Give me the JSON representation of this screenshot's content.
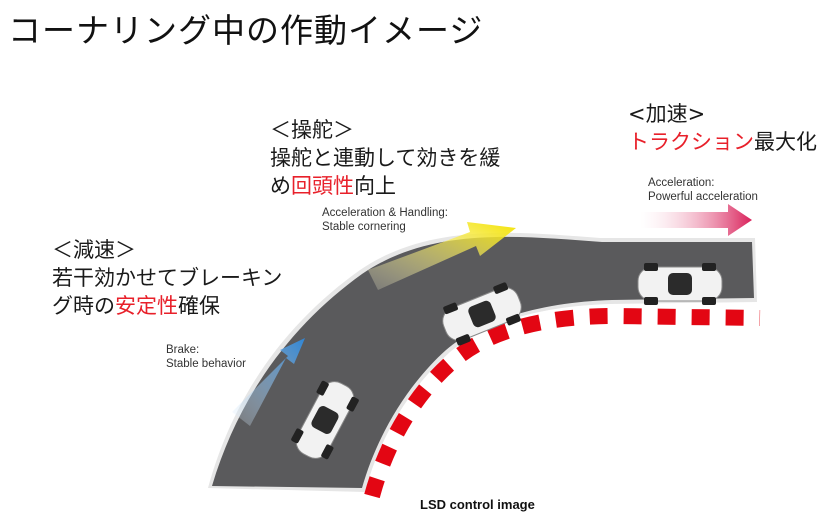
{
  "title": "コーナリング中の作動イメージ",
  "blocks": {
    "brake_jp": {
      "head": "＜減速＞",
      "line1": "若干効かせてブレーキン",
      "line2_a": "グ時の",
      "line2_red": "安定性",
      "line2_b": "確保"
    },
    "steer_jp": {
      "head": "＜操舵＞",
      "line1": "操舵と連動して効きを緩",
      "line2_a": "め",
      "line2_red": "回頭性",
      "line2_b": "向上"
    },
    "accel_jp": {
      "head": "<加速>",
      "line1_red": "トラクション",
      "line1_b": "最大化"
    }
  },
  "labels": {
    "brake_en_1": "Brake:",
    "brake_en_2": "Stable behavior",
    "steer_en_1": "Acceleration & Handling:",
    "steer_en_2": "Stable cornering",
    "accel_en_1": "Acceleration:",
    "accel_en_2": "Powerful acceleration"
  },
  "caption": "LSD control image",
  "colors": {
    "road": "#58585a",
    "road_edge": "#d9d9d9",
    "curb_red": "#e30613",
    "curb_white": "#ffffff",
    "accent_red": "#e8202a",
    "arrow_blue": "#3b8fd8",
    "arrow_yellow": "#f2e100",
    "arrow_red": "#d9215a"
  }
}
